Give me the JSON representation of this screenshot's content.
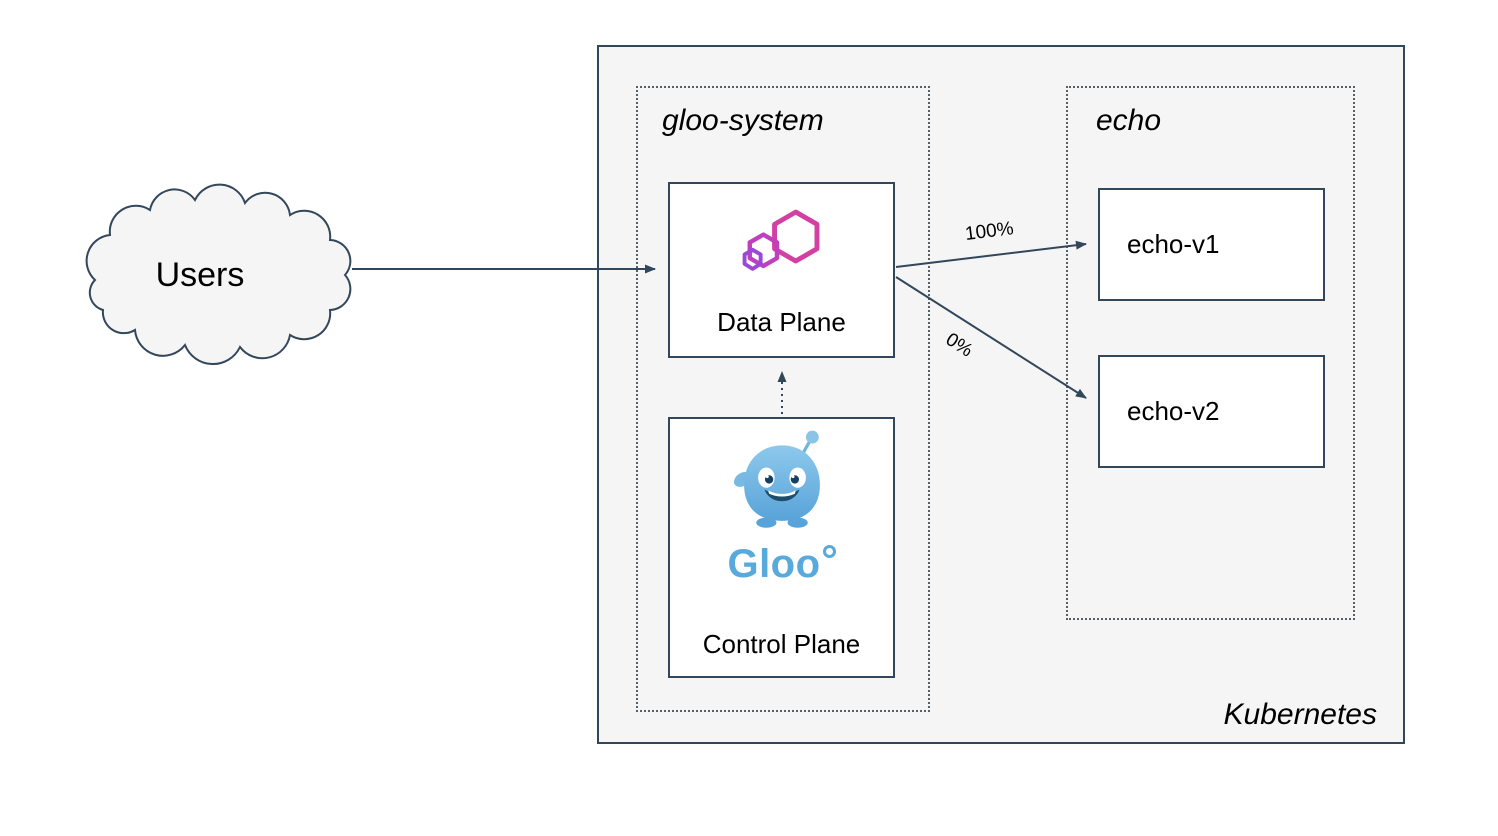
{
  "cluster": {
    "label": "Kubernetes"
  },
  "users": {
    "label": "Users",
    "shape": "cloud"
  },
  "gloo_system": {
    "label": "gloo-system",
    "data_plane": {
      "label": "Data Plane",
      "icon": "gloo-gateway-hexagons-icon"
    },
    "control_plane": {
      "label": "Control Plane",
      "logo_text": "Gloo",
      "icon": "gloo-mascot-icon"
    }
  },
  "echo": {
    "label": "echo",
    "services": [
      {
        "label": "echo-v1"
      },
      {
        "label": "echo-v2"
      }
    ]
  },
  "edges": {
    "to_echo_v1_label": "100%",
    "to_echo_v2_label": "0%"
  },
  "colors": {
    "stroke": "#33475B",
    "cluster_fill": "#F5F5F6",
    "node_fill": "#FFFFFF",
    "gloo_pink": "#D33FA2",
    "gloo_purple": "#9C48D6",
    "gloo_blue": "#58A9DC"
  }
}
